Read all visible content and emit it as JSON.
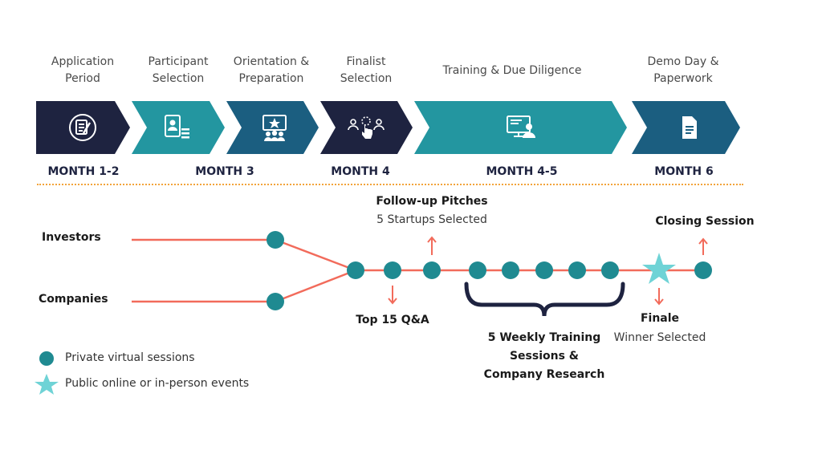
{
  "phases": [
    {
      "label": "Application\nPeriod",
      "month": "MONTH 1-2",
      "icon": "application-form-icon",
      "color": "#1e2340"
    },
    {
      "label": "Participant\nSelection",
      "month": "",
      "icon": "participant-profile-icon",
      "color": "#2396a0"
    },
    {
      "label": "Orientation &\nPreparation",
      "month": "MONTH 3",
      "icon": "orientation-audience-icon",
      "color": "#1b5e80"
    },
    {
      "label": "Finalist\nSelection",
      "month": "MONTH 4",
      "icon": "finalist-select-icon",
      "color": "#1e2340"
    },
    {
      "label": "Training & Due Diligence",
      "month": "MONTH 4-5",
      "icon": "virtual-training-icon",
      "color": "#2396a0"
    },
    {
      "label": "Demo Day &\nPaperwork",
      "month": "MONTH 6",
      "icon": "document-icon",
      "color": "#1b5e80"
    }
  ],
  "timeline": {
    "inputs": [
      "Investors",
      "Companies"
    ],
    "followup_title": "Follow-up Pitches",
    "followup_sub": "5 Startups Selected",
    "top15": "Top 15 Q&A",
    "training": "5 Weekly Training\nSessions &\nCompany Research",
    "finale_title": "Finale",
    "finale_sub": "Winner Selected",
    "closing": "Closing Session",
    "line_color": "#f26b5b",
    "node_color": "#1f8a91",
    "star_color": "#6fd3d6",
    "brace_color": "#1e2340"
  },
  "legend": [
    {
      "icon": "circle-marker-icon",
      "label": "Private virtual sessions"
    },
    {
      "icon": "star-marker-icon",
      "label": "Public online or in-person events"
    }
  ]
}
